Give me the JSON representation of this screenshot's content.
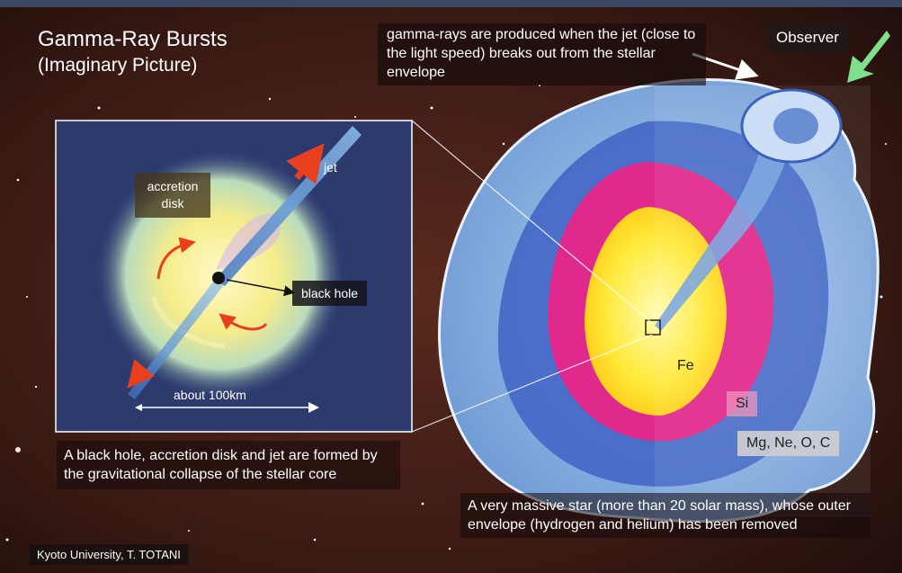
{
  "title": "Gamma-Ray Bursts",
  "subtitle": "(Imaginary Picture)",
  "gamma_note": "gamma-rays are produced when the jet (close to the light speed) breaks out from the stellar envelope",
  "observer": "Observer",
  "inset": {
    "accretion_disk": "accretion disk",
    "jet": "jet",
    "black_hole": "black hole",
    "scale": "about 100km"
  },
  "inset_caption": "A black hole, accretion disk and jet are formed by the gravitational collapse of the stellar core",
  "layers": {
    "core": "Fe",
    "shell_1": "Si",
    "shell_2": "Mg, Ne, O, C"
  },
  "star_caption": "A very massive star (more than 20 solar mass), whose outer envelope (hydrogen and helium) has been removed",
  "credit": "Kyoto University, T. TOTANI",
  "colors": {
    "background": "#3a1a14",
    "observer_arrow": "#7ee08a",
    "rotation_arrow": "#e8401e",
    "envelope": "#8fb7e6",
    "core": "#fff35a"
  }
}
